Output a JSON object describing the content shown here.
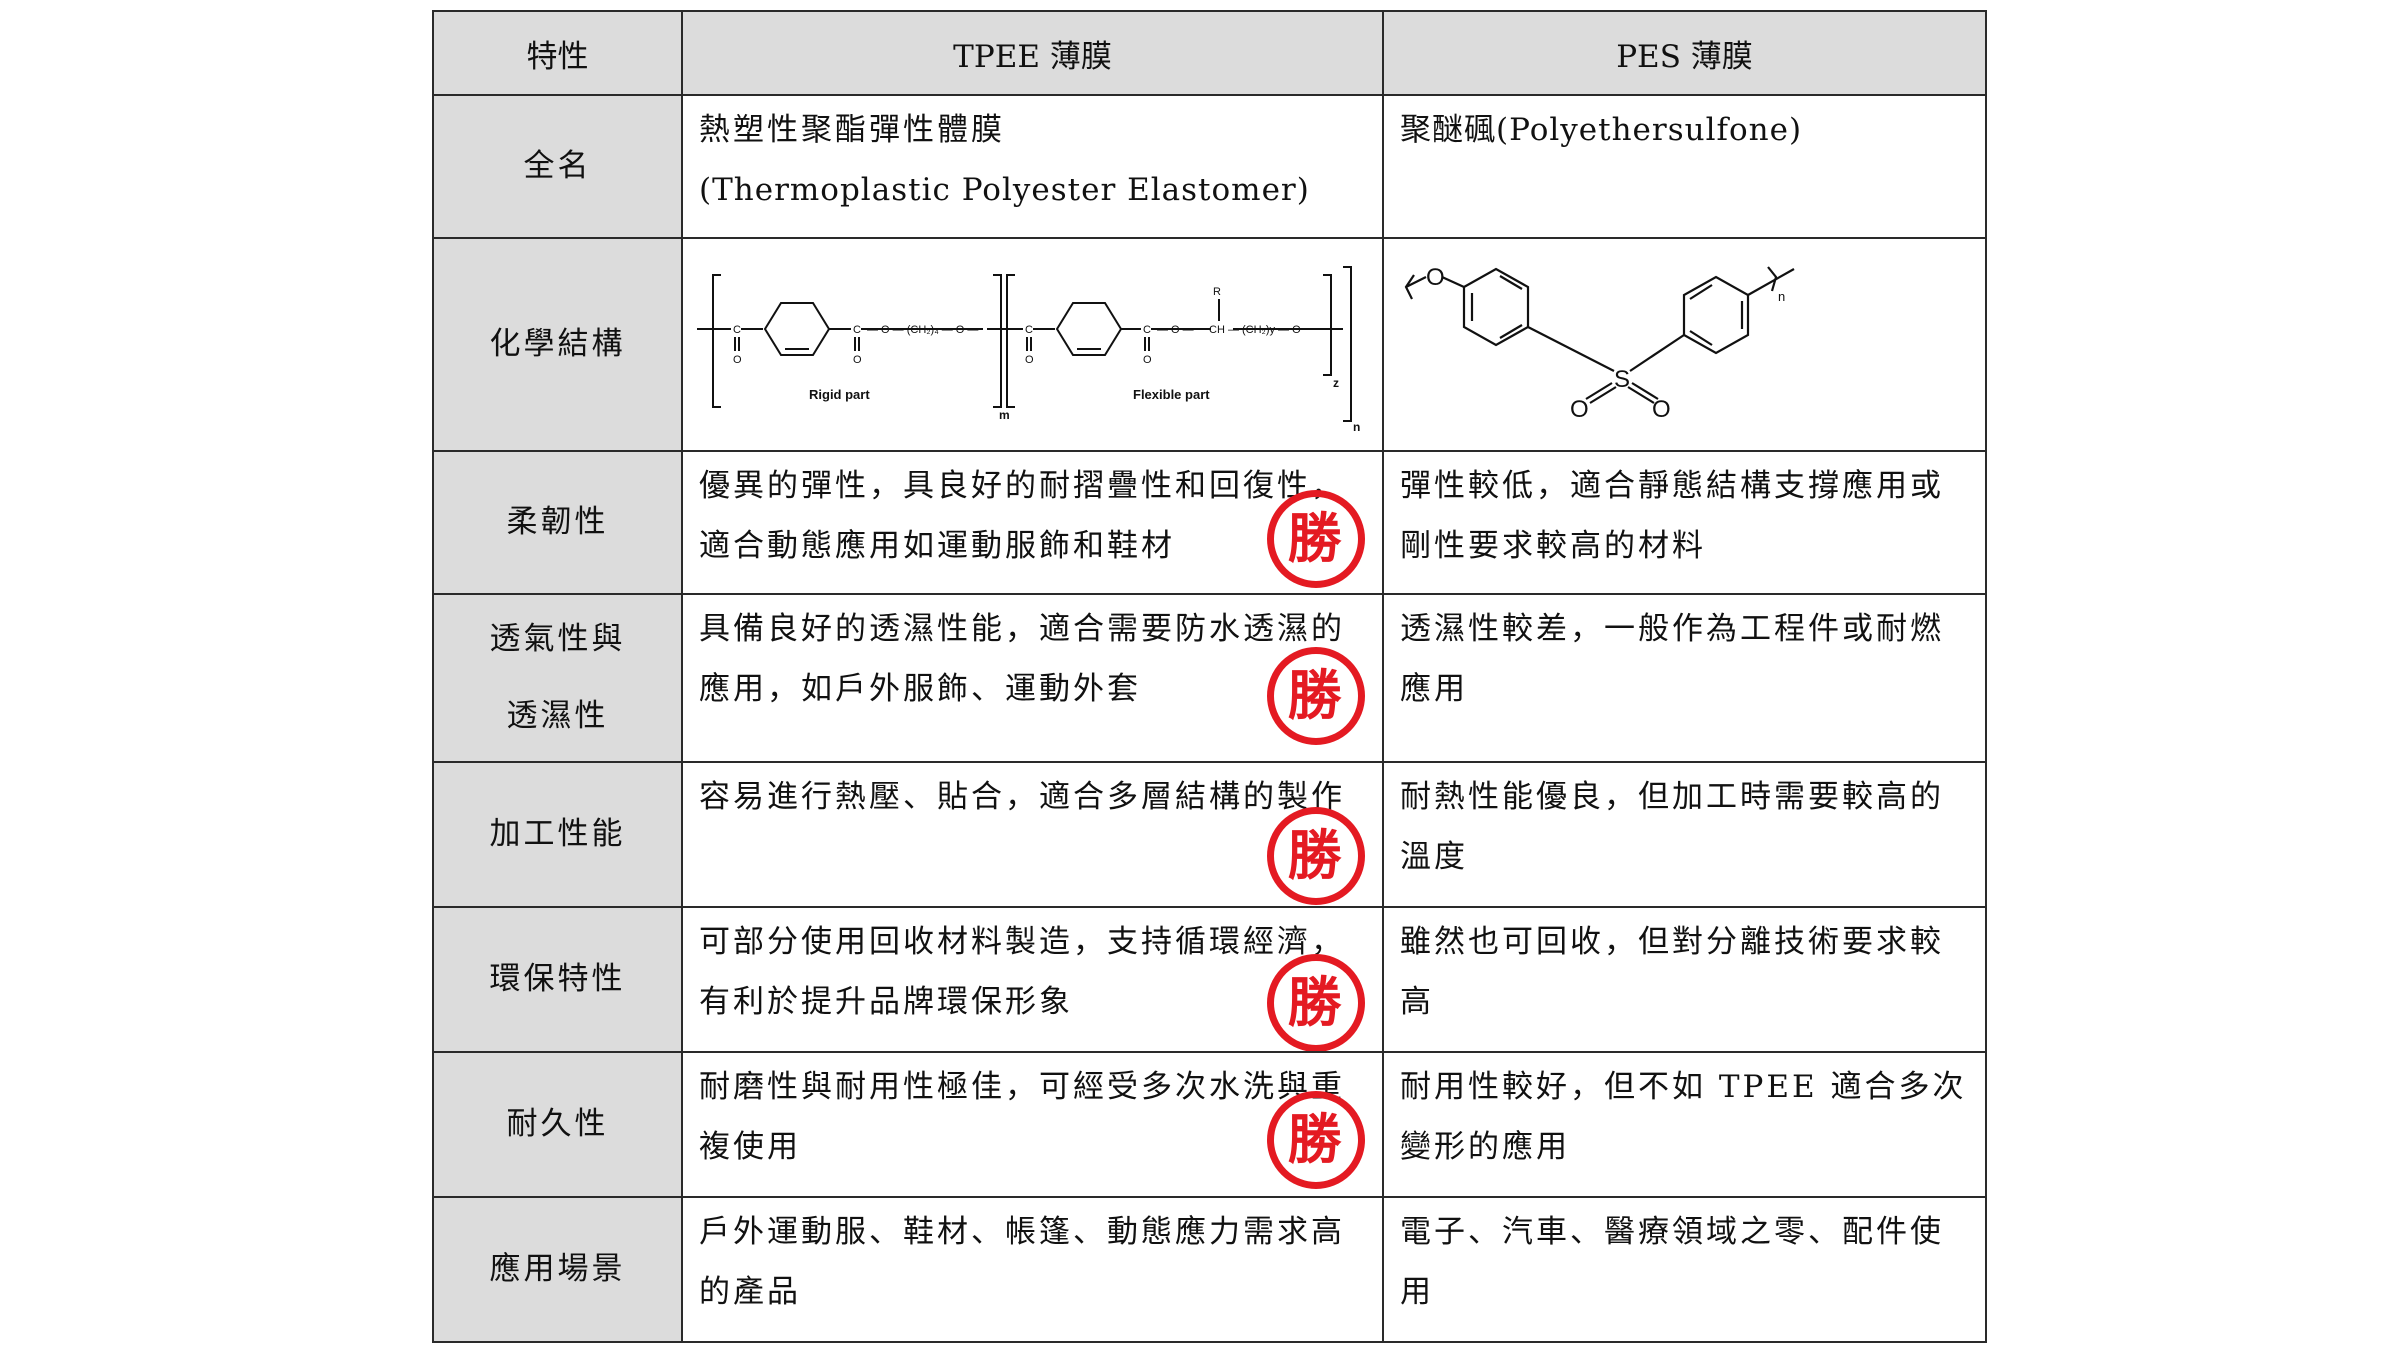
{
  "table": {
    "headers": [
      "特性",
      "TPEE 薄膜",
      "PES 薄膜"
    ],
    "rows": [
      {
        "property": "全名",
        "tpee": [
          "熱塑性聚酯彈性體膜",
          "(Thermoplastic Polyester Elastomer)"
        ],
        "pes": [
          "聚醚碸(Polyethersulfone)"
        ]
      },
      {
        "property": "化學結構",
        "tpee_structure": {
          "labels": [
            "Rigid part",
            "Flexible part",
            "m",
            "n",
            "z",
            "y",
            "R"
          ],
          "fragments": [
            "C",
            "O",
            "C–O–(CH2)4–O",
            "C–O",
            "CH–(CH2)y–O"
          ]
        },
        "pes_structure": {
          "labels": [
            "O",
            "S",
            "O",
            "O",
            "n"
          ]
        }
      },
      {
        "property": "柔韌性",
        "tpee": [
          "優異的彈性，具良好的耐摺疊性和回復性，",
          "適合動態應用如運動服飾和鞋材"
        ],
        "pes": [
          "彈性較低，適合靜態結構支撐應用或",
          "剛性要求較高的材料"
        ],
        "winner": "勝"
      },
      {
        "property": [
          "透氣性與",
          "透濕性"
        ],
        "tpee": [
          "具備良好的透濕性能，適合需要防水透濕的",
          "應用，如戶外服飾、運動外套"
        ],
        "pes": [
          "透濕性較差，一般作為工程件或耐燃",
          "應用"
        ],
        "winner": "勝"
      },
      {
        "property": "加工性能",
        "tpee": [
          "容易進行熱壓、貼合，適合多層結構的製作"
        ],
        "pes": [
          "耐熱性能優良，但加工時需要較高的",
          "溫度"
        ],
        "winner": "勝"
      },
      {
        "property": "環保特性",
        "tpee": [
          "可部分使用回收材料製造，支持循環經濟，",
          "有利於提升品牌環保形象"
        ],
        "pes": [
          "雖然也可回收，但對分離技術要求較",
          "高"
        ],
        "winner": "勝"
      },
      {
        "property": "耐久性",
        "tpee": [
          "耐磨性與耐用性極佳，可經受多次水洗與重",
          "複使用"
        ],
        "pes": [
          "耐用性較好，但不如 TPEE 適合多次",
          "變形的應用"
        ],
        "winner": "勝"
      },
      {
        "property": "應用場景",
        "tpee": [
          "戶外運動服、鞋材、帳篷、動態應力需求高",
          "的產品"
        ],
        "pes": [
          "電子、汽車、醫療領域之零、配件使",
          "用"
        ]
      }
    ]
  },
  "colors": {
    "header_bg": "#dcdcdc",
    "border": "#2a2a2a",
    "badge": "#e41a22"
  }
}
